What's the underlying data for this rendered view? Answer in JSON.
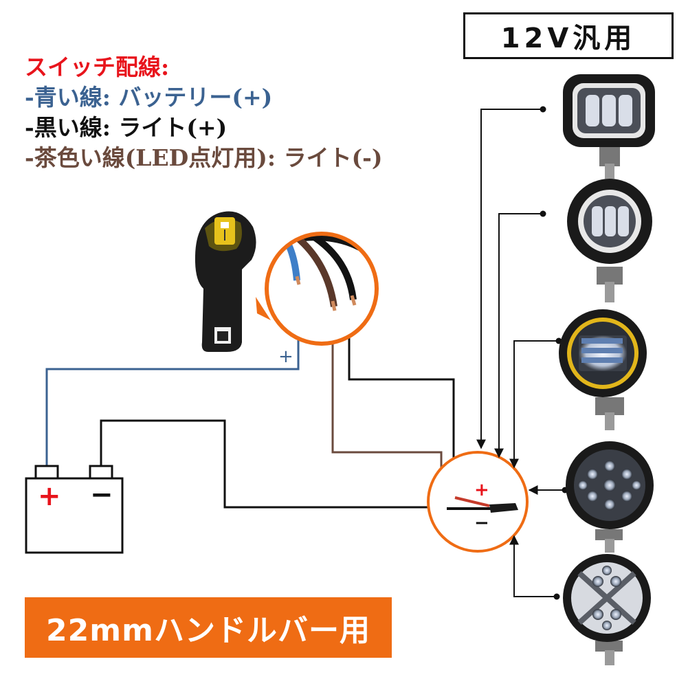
{
  "legend": {
    "title": "スイッチ配線:",
    "blue_wire": "-青い線: バッテリー(+)",
    "black_wire": "-黒い線: ライト(+)",
    "brown_wire": "-茶色い線(LED点灯用): ライト(-)"
  },
  "voltage_label": "12V汎用",
  "size_label": "22mmハンドルバー用",
  "battery": {
    "plus_sign": "+",
    "minus_sign": "−"
  },
  "wire_plus_mark": "+",
  "junction": {
    "plus_sign": "+",
    "minus_sign": "−"
  },
  "colors": {
    "blue_wire": "#3b6291",
    "black_wire": "#111111",
    "brown_wire": "#6a4a3d",
    "accent_orange": "#ef6c14",
    "red_sign": "#e8141c"
  },
  "icons": [
    "handlebar-switch-icon",
    "wire-closeup-icon",
    "battery-icon",
    "work-light-icon"
  ]
}
